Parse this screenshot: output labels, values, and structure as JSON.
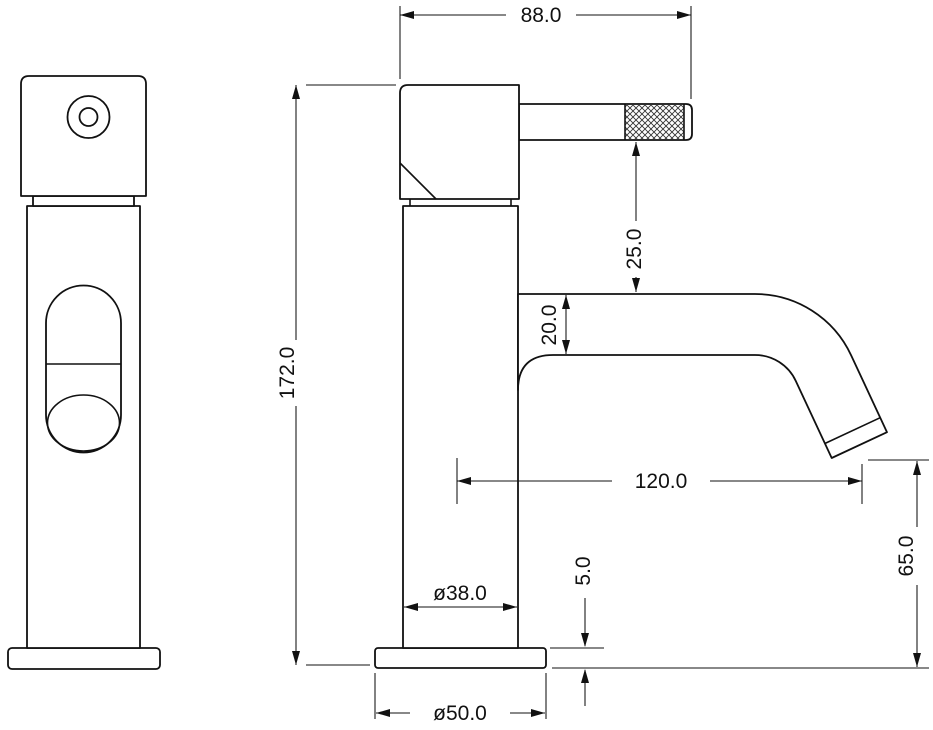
{
  "drawing": {
    "dims": {
      "top_width": "88.0",
      "total_height": "172.0",
      "lever_to_spout_gap": "25.0",
      "spout_tube_height": "20.0",
      "spout_reach": "120.0",
      "spout_outlet_height": "65.0",
      "base_plate_thickness": "5.0",
      "body_diameter": "ø38.0",
      "base_diameter": "ø50.0"
    }
  }
}
